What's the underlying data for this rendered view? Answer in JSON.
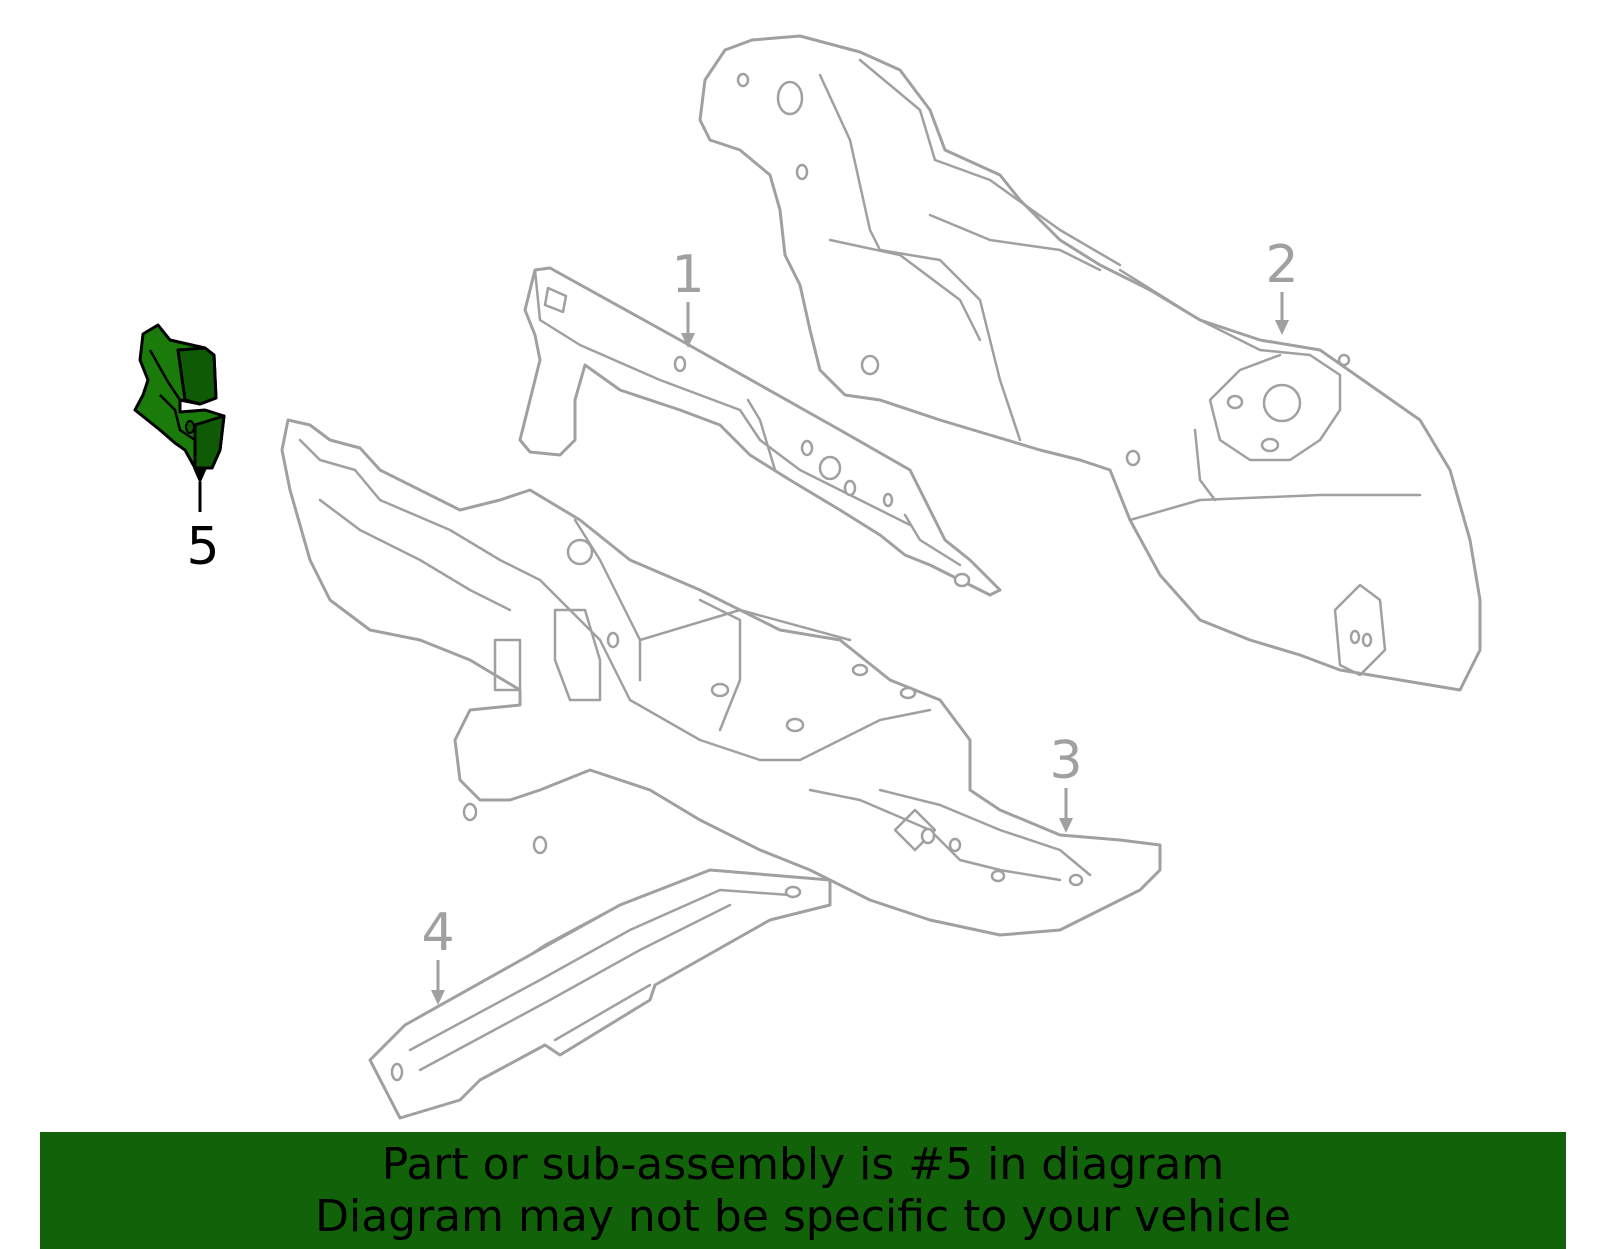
{
  "diagram": {
    "callouts": [
      {
        "number": "1"
      },
      {
        "number": "2"
      },
      {
        "number": "3"
      },
      {
        "number": "4"
      },
      {
        "number": "5"
      }
    ],
    "highlighted_part": "5"
  },
  "colors": {
    "highlight": "#1a7a0a",
    "banner": "#12620a",
    "part_outline": "#a0a0a0"
  },
  "banner": {
    "line1": "Part or sub-assembly is #5 in diagram",
    "line2": "Diagram may not be specific to your vehicle"
  }
}
